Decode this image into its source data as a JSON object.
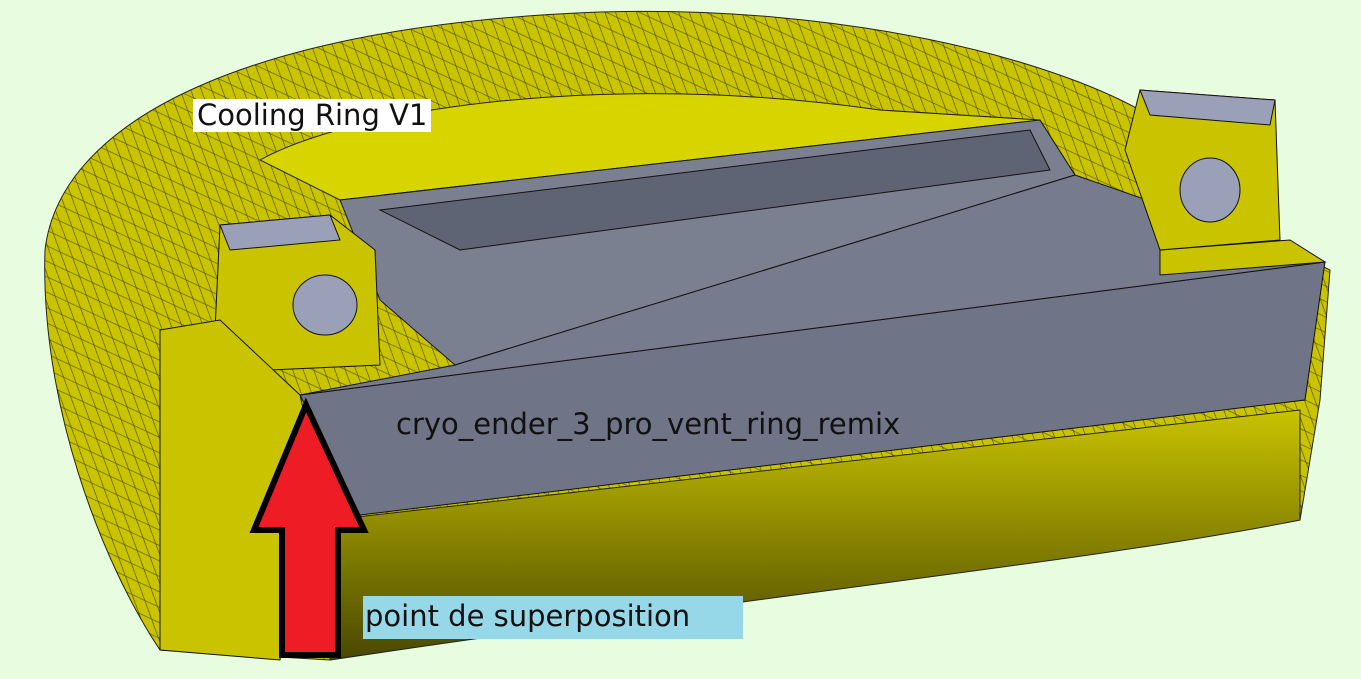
{
  "labels": {
    "cooling_ring": "Cooling Ring V1",
    "remix": "cryo_ender_3_pro_vent_ring_remix",
    "superposition_point": "point de superposition"
  },
  "colors": {
    "background": "#e8fde0",
    "ring_yellow": "#c9c300",
    "duct_gray": "#6f7586",
    "arrow_red": "#ee1c24",
    "label_highlight": "#97d8e8"
  }
}
